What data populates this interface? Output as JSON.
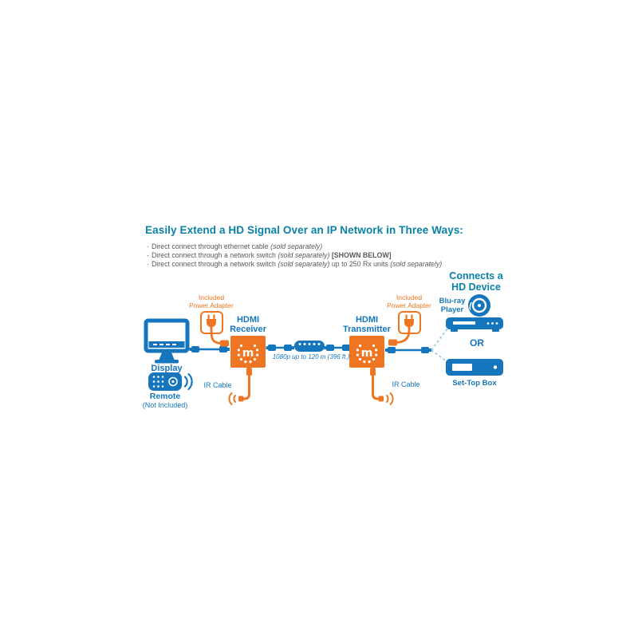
{
  "header": {
    "title": "Easily Extend a HD Signal Over an IP Network in Three Ways:",
    "bullets": [
      {
        "marker": "·",
        "text": "Direct connect through ethernet cable ",
        "italic": "(sold separately)",
        "text2": "",
        "bold": "",
        "italic2": ""
      },
      {
        "marker": "·",
        "text": "Direct connect through a network switch ",
        "italic": "(sold separately)",
        "text2": " ",
        "bold": "[SHOWN BELOW]",
        "italic2": ""
      },
      {
        "marker": "·",
        "text": "Direct connect through a network switch ",
        "italic": "(sold separately)",
        "text2": " up to 250 Rx units ",
        "bold": "",
        "italic2": "(sold separately)"
      }
    ]
  },
  "right_panel": {
    "connects_title_1": "Connects a",
    "connects_title_2": "HD Device",
    "bluray_label_1": "Blu-ray",
    "bluray_label_2": "Player",
    "or_label": "OR",
    "settop_label": "Set-Top Box"
  },
  "diagram": {
    "display_label": "Display",
    "remote_label": "Remote",
    "remote_sub": "(Not Included)",
    "rx_power_label_1": "Included",
    "rx_power_label_2": "Power Adapter",
    "receiver_label_1": "HDMI",
    "receiver_label_2": "Receiver",
    "receiver_logo": "m",
    "rx_ir_label": "IR Cable",
    "link_note": "1080p up to 120 m (396 ft.)",
    "transmitter_label_1": "HDMI",
    "transmitter_label_2": "Transmitter",
    "transmitter_logo": "m",
    "tx_power_label_1": "Included",
    "tx_power_label_2": "Power Adapter",
    "tx_ir_label": "IR Cable"
  },
  "colors": {
    "blue": "#1576bd",
    "teal": "#0a82a8",
    "orange": "#ee7623",
    "gray_text": "#58595b",
    "dash_blue": "#8fc4e4"
  }
}
